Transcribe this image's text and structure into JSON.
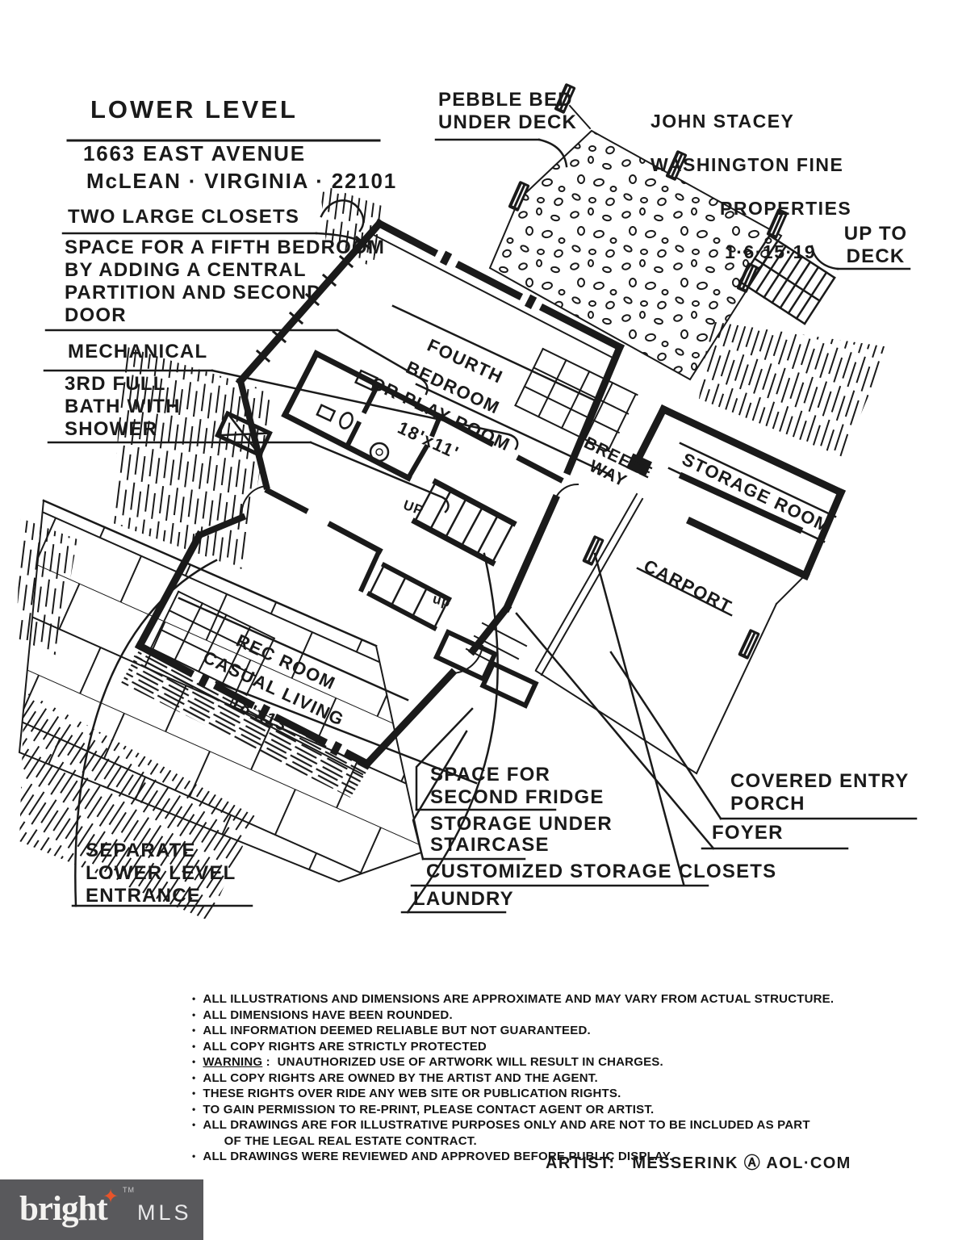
{
  "title_block": {
    "title": "LOWER LEVEL",
    "address_line1": "1663 EAST AVENUE",
    "address_line2": "McLEAN · VIRGINIA · 22101"
  },
  "agent_block": {
    "line1": "JOHN STACEY",
    "line2": "WASHINGTON FINE",
    "line3": "PROPERTIES",
    "date": "1·6·15·19"
  },
  "callouts": {
    "two_large_closets": "TWO LARGE CLOSETS",
    "fifth_bedroom": "SPACE FOR A FIFTH BEDROOM\nBY ADDING A CENTRAL\nPARTITION AND SECOND\nDOOR",
    "mechanical": "MECHANICAL",
    "third_bath": "3RD FULL\nBATH WITH\nSHOWER",
    "pebble_bed": "PEBBLE BED\nUNDER DECK",
    "up_to_deck": "UP TO\nDECK",
    "space_second_fridge": "SPACE FOR\nSECOND FRIDGE",
    "storage_under_staircase": "STORAGE UNDER\nSTAIRCASE",
    "customized_storage_closets": "CUSTOMIZED STORAGE CLOSETS",
    "laundry": "LAUNDRY",
    "covered_entry_porch": "COVERED ENTRY\nPORCH",
    "foyer": "FOYER",
    "separate_entrance": "SEPARATE\nLOWER LEVEL\nENTRANCE"
  },
  "rooms": {
    "fourth_bedroom": "FOURTH BEDROOM\nOR PLAY ROOM\n18'x11'",
    "rec_room": "REC ROOM\nCASUAL LIVING\n18'x13'",
    "breezeway": "BREEZE\nWAY",
    "storage_room": "STORAGE ROOM",
    "carport": "CARPORT",
    "stair_up_1": "UP",
    "stair_up_2": "up"
  },
  "disclaimer": {
    "bullet_char": "•",
    "warning_label": "WARNING",
    "warning_rest": " :  UNAUTHORIZED USE OF ARTWORK WILL RESULT IN CHARGES.",
    "items": [
      "ALL ILLUSTRATIONS AND DIMENSIONS ARE APPROXIMATE AND MAY VARY FROM ACTUAL STRUCTURE.",
      "ALL DIMENSIONS HAVE BEEN ROUNDED.",
      "ALL INFORMATION DEEMED RELIABLE BUT NOT GUARANTEED.",
      "ALL COPY RIGHTS ARE STRICTLY PROTECTED",
      "ALL COPY RIGHTS ARE OWNED BY THE ARTIST AND THE AGENT.",
      "THESE RIGHTS OVER RIDE ANY WEB SITE OR PUBLICATION RIGHTS.",
      "TO GAIN PERMISSION TO RE-PRINT, PLEASE CONTACT AGENT OR ARTIST.",
      "ALL DRAWINGS ARE FOR ILLUSTRATIVE PURPOSES ONLY AND ARE NOT TO BE INCLUDED AS PART\n      OF THE LEGAL REAL ESTATE CONTRACT.",
      "ALL DRAWINGS WERE REVIEWED AND APPROVED BEFORE PUBLIC DISPLAY."
    ]
  },
  "artist_credit": "ARTIST:   MESSERINK Ⓐ AOL·COM",
  "footer": {
    "brand": "bright",
    "mls": "MLS",
    "tm": "TM",
    "star": "✦"
  },
  "colors": {
    "ink": "#1a1a1a",
    "paper": "#ffffff",
    "footer_bar": "#59595c",
    "logo_accent": "#e8542a"
  }
}
